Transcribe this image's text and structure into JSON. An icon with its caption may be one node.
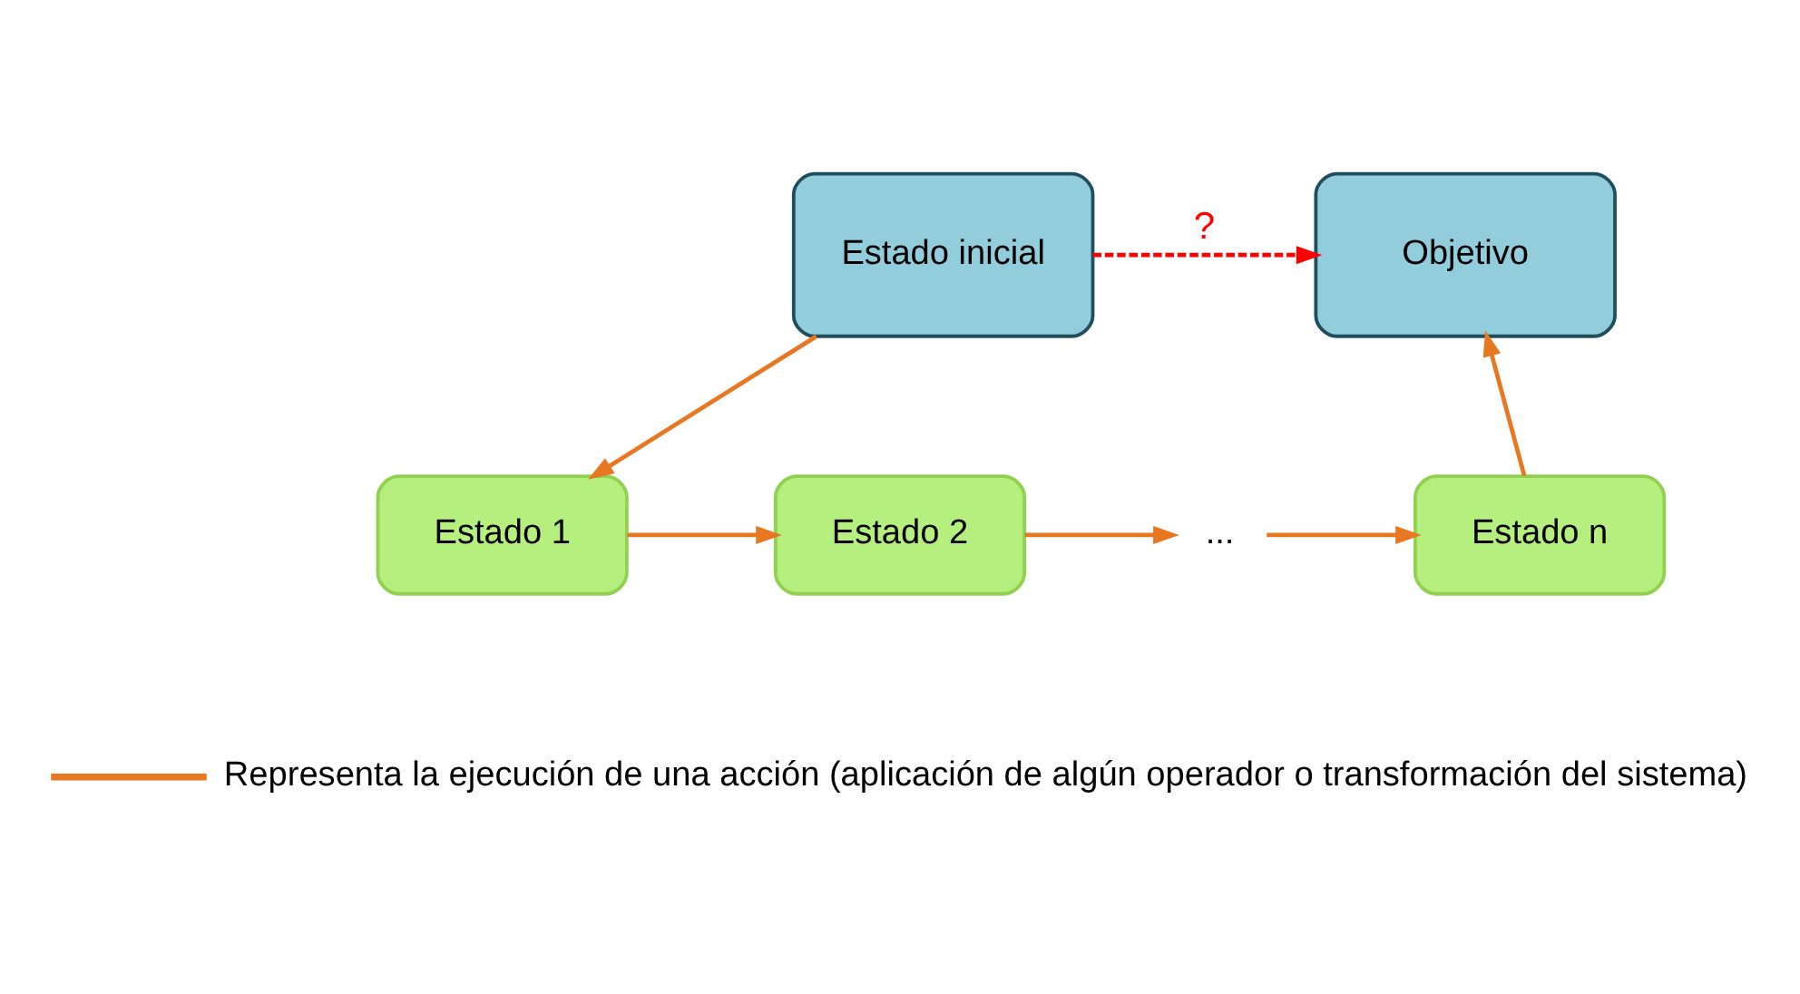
{
  "diagram": {
    "nodes": [
      {
        "text": [
          "Estado inicial"
        ]
      },
      {
        "text": [
          "Objetivo"
        ]
      },
      {
        "text": [
          "Estado 1"
        ]
      },
      {
        "text": [
          "Estado 2"
        ]
      },
      {
        "text": [
          "..."
        ]
      },
      {
        "text": [
          "Estado n"
        ]
      }
    ],
    "edges": [
      {
        "from": 0,
        "to": 1,
        "arrow": "to",
        "label": "?",
        "style": "dashed",
        "color": "#ff0000"
      },
      {
        "from": 0,
        "to": 2,
        "arrow": "to"
      },
      {
        "from": 2,
        "to": 3,
        "arrow": "to"
      },
      {
        "from": 3,
        "to": 4,
        "arrow": "to"
      },
      {
        "from": 4,
        "to": 5,
        "arrow": "to"
      },
      {
        "from": 5,
        "to": 1,
        "arrow": "to"
      }
    ],
    "legend": [
      {
        "text": "Representa la ejecución de una acción (aplicación de algún operador o transformación del sistema)"
      }
    ]
  }
}
